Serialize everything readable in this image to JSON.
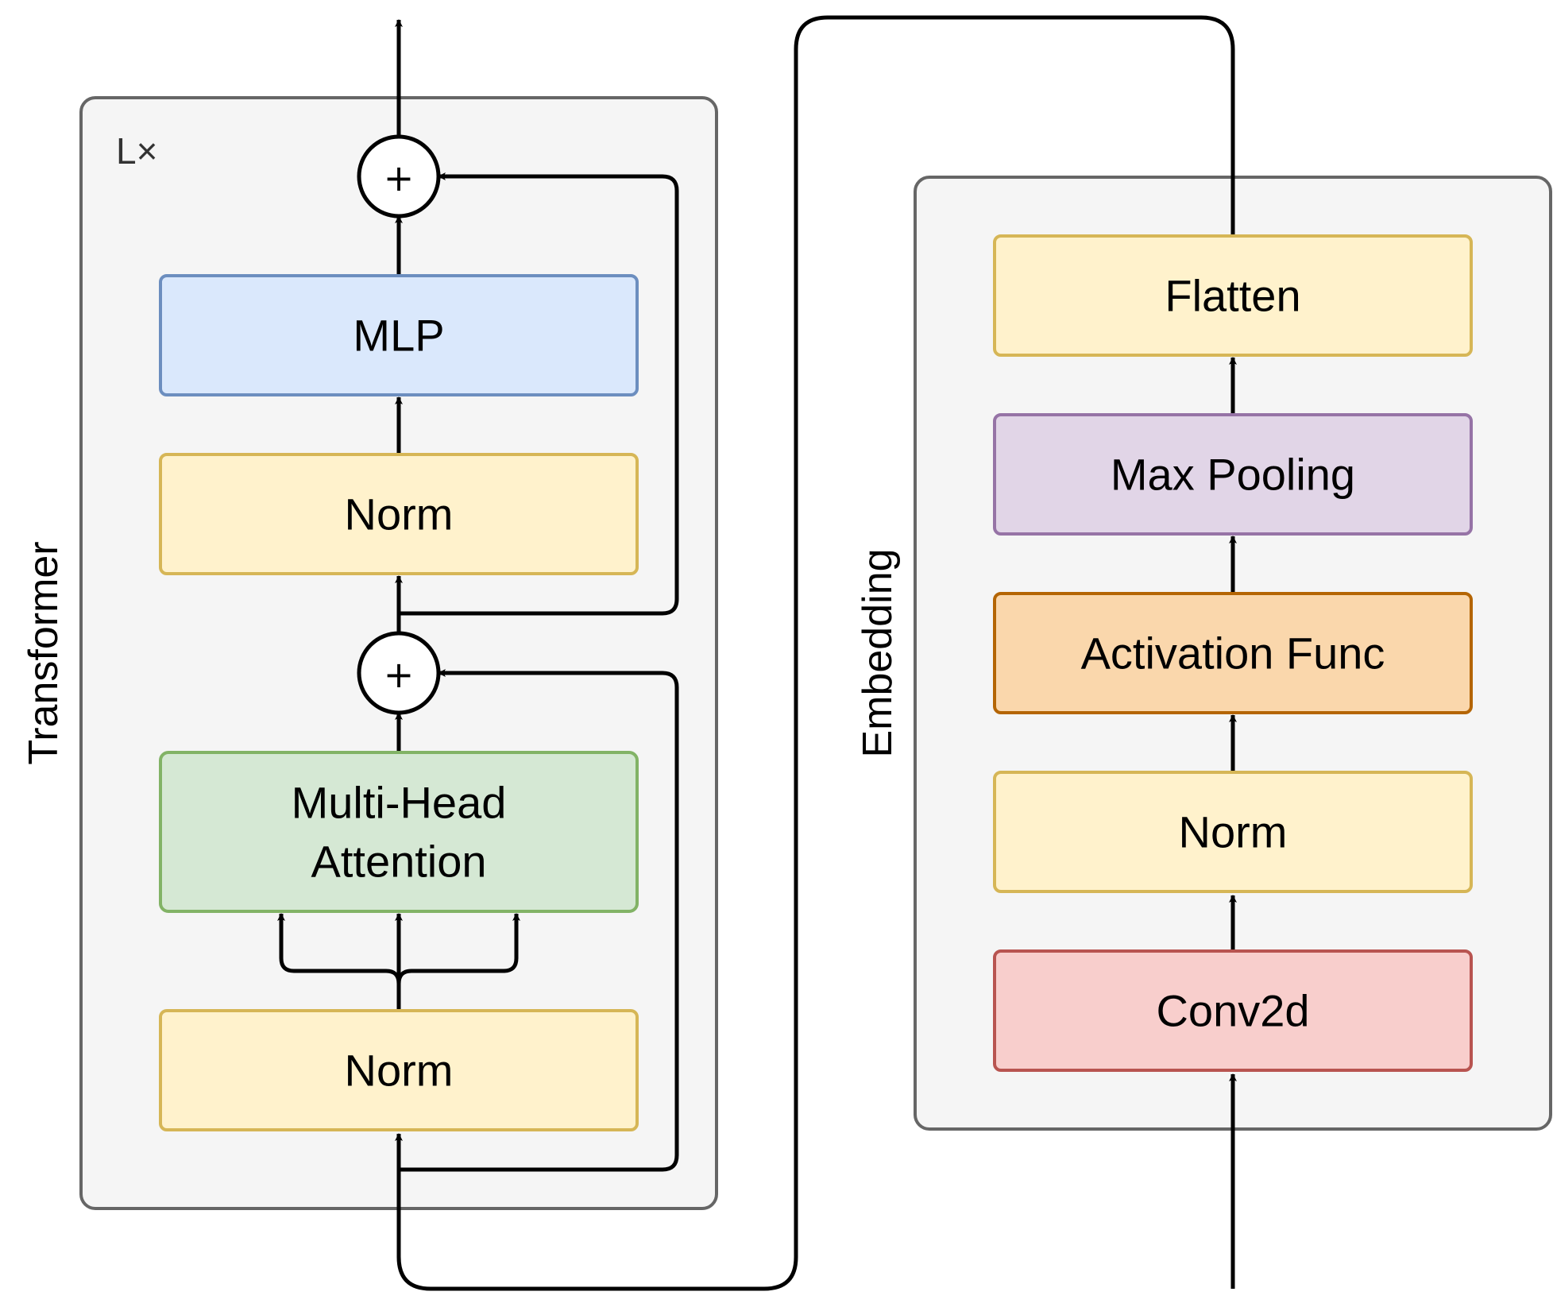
{
  "transformer": {
    "title": "Transformer",
    "repeat_label": "L×",
    "blocks": {
      "mlp": "MLP",
      "norm_upper": "Norm",
      "attention_line1": "Multi-Head",
      "attention_line2": "Attention",
      "norm_lower": "Norm"
    },
    "add_symbol": "+"
  },
  "embedding": {
    "title": "Embedding",
    "blocks": {
      "flatten": "Flatten",
      "max_pooling": "Max Pooling",
      "activation": "Activation Func",
      "norm": "Norm",
      "conv": "Conv2d"
    }
  },
  "colors": {
    "container_fill": "#f5f5f5",
    "container_stroke": "#666666",
    "norm_fill": "#fff2cc",
    "norm_stroke": "#d6b656",
    "mlp_fill": "#dae8fc",
    "mlp_stroke": "#6c8ebf",
    "attention_fill": "#d5e8d4",
    "attention_stroke": "#82b366",
    "pooling_fill": "#e1d5e7",
    "pooling_stroke": "#9673a6",
    "activation_fill": "#fad7ac",
    "activation_stroke": "#b46504",
    "conv_fill": "#f8cecc",
    "conv_stroke": "#b85450"
  }
}
